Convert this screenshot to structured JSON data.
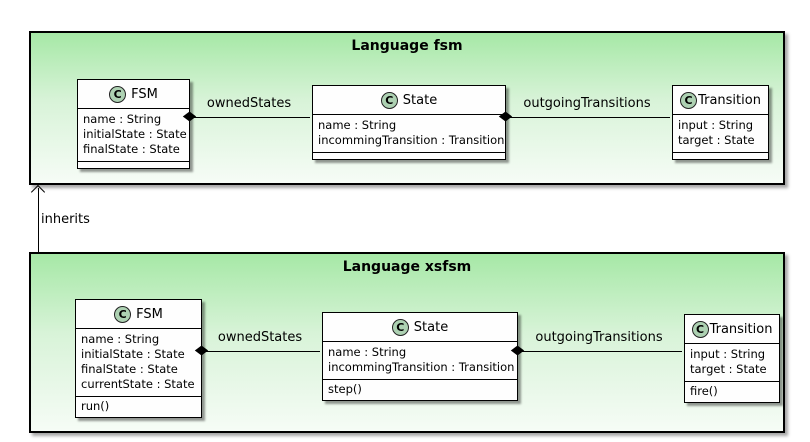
{
  "ui": {
    "class_spot_letter": "C",
    "colors": {
      "package_gradient_top": "#a6e8a6",
      "package_gradient_bottom": "#f6fcf6",
      "class_fill": "#fefefe",
      "border": "#000000",
      "spot_fill": "#add1b2"
    }
  },
  "packages": [
    {
      "title": "Language fsm",
      "classes": [
        {
          "name": "FSM",
          "attributes": [
            "name : String",
            "initialState : State",
            "finalState : State"
          ],
          "methods": []
        },
        {
          "name": "State",
          "attributes": [
            "name : String",
            "incommingTransition : Transition"
          ],
          "methods": []
        },
        {
          "name": "Transition",
          "attributes": [
            "input : String",
            "target : State"
          ],
          "methods": []
        }
      ],
      "relations": [
        {
          "label": "ownedStates",
          "type": "composition"
        },
        {
          "label": "outgoingTransitions",
          "type": "composition"
        }
      ]
    },
    {
      "title": "Language xsfsm",
      "classes": [
        {
          "name": "FSM",
          "attributes": [
            "name : String",
            "initialState : State",
            "finalState : State",
            "currentState : State"
          ],
          "methods": [
            "run()"
          ]
        },
        {
          "name": "State",
          "attributes": [
            "name : String",
            "incommingTransition : Transition"
          ],
          "methods": [
            "step()"
          ]
        },
        {
          "name": "Transition",
          "attributes": [
            "input : String",
            "target : State"
          ],
          "methods": [
            "fire()"
          ]
        }
      ],
      "relations": [
        {
          "label": "ownedStates",
          "type": "composition"
        },
        {
          "label": "outgoingTransitions",
          "type": "composition"
        }
      ]
    }
  ],
  "edges": {
    "inherits_label": "inherits"
  }
}
